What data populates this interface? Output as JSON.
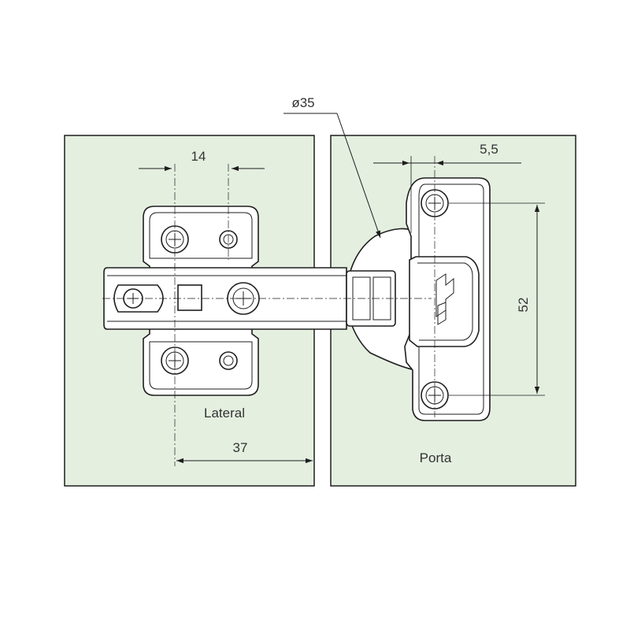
{
  "colors": {
    "panel_fill": "#e4efe0",
    "line": "#1e1e1e",
    "background": "#ffffff"
  },
  "panels": {
    "lateral_label": "Lateral",
    "porta_label": "Porta"
  },
  "dimensions": {
    "cup_diameter": "ø35",
    "screw_spacing_lateral": "14",
    "lateral_offset": "37",
    "door_screw_offset": "5,5",
    "door_screw_spacing": "52"
  }
}
